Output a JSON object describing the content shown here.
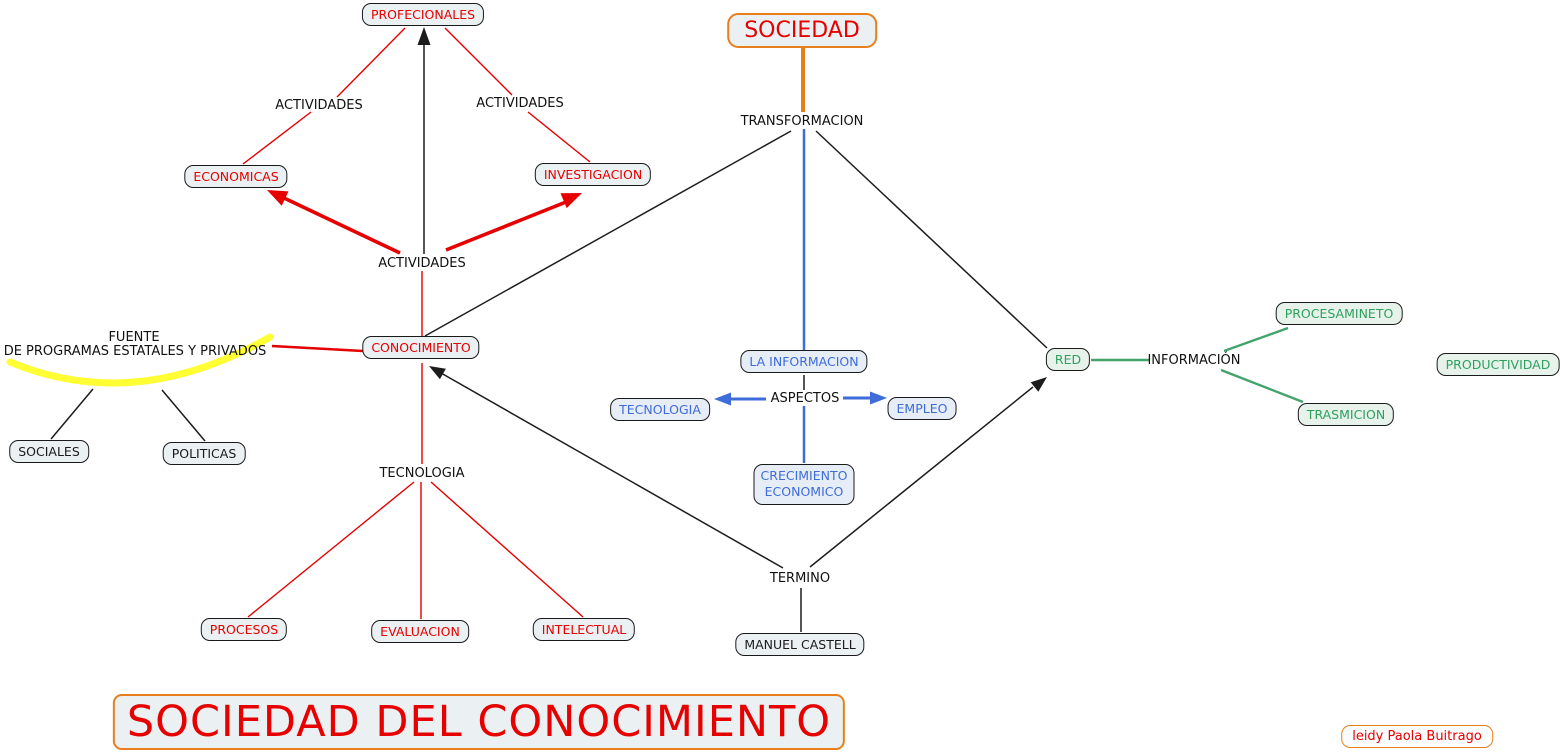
{
  "diagram": {
    "title": "SOCIEDAD DEL CONOCIMIENTO",
    "author": "leidy Paola Buitrago",
    "nodes": {
      "profecionales": "PROFECIONALES",
      "sociedad": "SOCIEDAD",
      "economicas": "ECONOMICAS",
      "investigacion": "INVESTIGACION",
      "conocimiento": "CONOCIMIENTO",
      "la_informacion": "LA INFORMACION",
      "tecnologia": "TECNOLOGIA",
      "empleo": "EMPLEO",
      "crecimiento_economico": "CRECIMIENTO ECONOMICO",
      "red": "RED",
      "procesamineto": "PROCESAMINETO",
      "productividad": "PRODUCTIVIDAD",
      "trasmicion": "TRASMICION",
      "sociales": "SOCIALES",
      "politicas": "POLITICAS",
      "procesos": "PROCESOS",
      "evaluacion": "EVALUACION",
      "intelectual": "INTELECTUAL",
      "manuel_castell": "MANUEL CASTELL"
    },
    "link_labels": {
      "actividades_left": "ACTIVIDADES",
      "actividades_right": "ACTIVIDADES",
      "actividades_mid": "ACTIVIDADES",
      "transformacion": "TRANSFORMACION",
      "fuente_line1": "FUENTE",
      "fuente_line2": "DE PROGRAMAS ESTATALES Y PRIVADOS",
      "aspectos": "ASPECTOS",
      "tecnologia": "TECNOLOGIA",
      "termino": "TERMINO",
      "informacion": "INFORMACIÓN"
    },
    "colors": {
      "red_text": "#e60000",
      "blue": "#3e6cd8",
      "green_text": "#2ea060",
      "green_line": "#44a36c",
      "orange": "#e87f1c",
      "yellow": "#ffff33",
      "line_black": "#1c1c1c",
      "node_border": "#1a1a1a",
      "node_fill": "#ebf1f3",
      "node_fill_blue": "#e6edf6",
      "node_fill_green": "#e7f2ea",
      "author_fill": "#fcfdfd"
    }
  }
}
